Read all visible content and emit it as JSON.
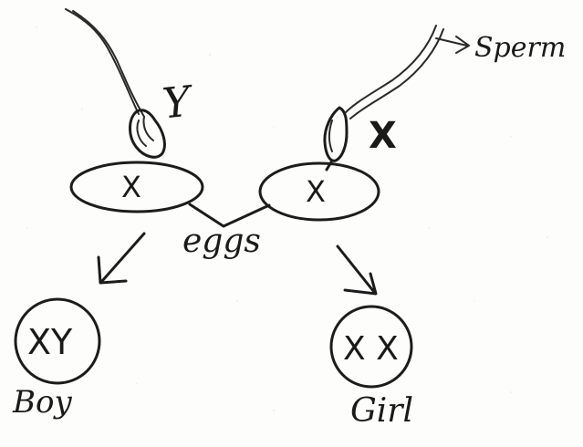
{
  "diagram": {
    "sperm_label": "Sperm",
    "left_sperm_chromosome": "Y",
    "right_sperm_chromosome": "X",
    "left_egg_chromosome": "X",
    "right_egg_chromosome": "X",
    "eggs_label": "eggs",
    "left_offspring_chromosomes": "XY",
    "right_offspring_chromosomes": "X X",
    "left_offspring_label": "Boy",
    "right_offspring_label": "Girl"
  }
}
